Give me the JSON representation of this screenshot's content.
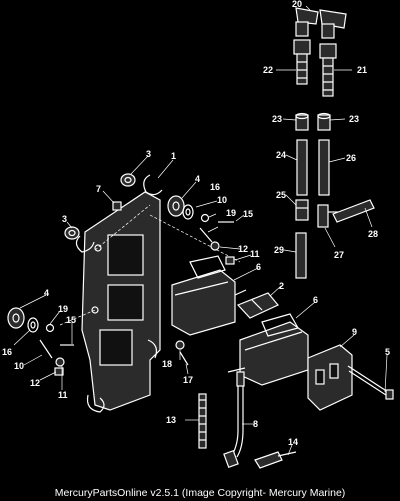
{
  "diagram": {
    "callouts": [
      "1",
      "2",
      "3",
      "3",
      "4",
      "4",
      "5",
      "6",
      "6",
      "7",
      "8",
      "9",
      "10",
      "10",
      "11",
      "11",
      "12",
      "12",
      "13",
      "14",
      "15",
      "15",
      "16",
      "16",
      "17",
      "18",
      "19",
      "19",
      "20",
      "21",
      "22",
      "23",
      "23",
      "24",
      "25",
      "26",
      "27",
      "28",
      "29"
    ]
  },
  "footer": {
    "caption": "MercuryPartsOnline v2.5.1 (Image Copyright- Mercury Marine)"
  }
}
